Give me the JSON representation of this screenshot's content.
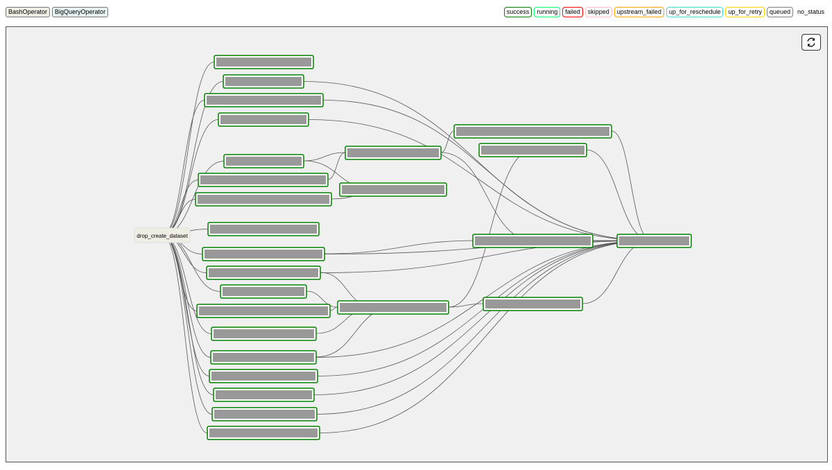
{
  "operator_legend": [
    {
      "label": "BashOperator",
      "color": "#f0ede4"
    },
    {
      "label": "BigQueryOperator",
      "color": "#e6f1f2"
    }
  ],
  "status_legend": [
    {
      "label": "success",
      "color": "#008000"
    },
    {
      "label": "running",
      "color": "#01ff70"
    },
    {
      "label": "failed",
      "color": "#ff0000"
    },
    {
      "label": "skipped",
      "color": "#ffc0cb"
    },
    {
      "label": "upstream_failed",
      "color": "#ffa500"
    },
    {
      "label": "up_for_reschedule",
      "color": "#40e0d0"
    },
    {
      "label": "up_for_retry",
      "color": "#ffd700"
    },
    {
      "label": "queued",
      "color": "#808080"
    },
    {
      "label": "no_status",
      "color": ""
    }
  ],
  "graph": {
    "root_task": {
      "label": "drop_create_dataset",
      "operator": "BashOperator"
    },
    "redacted_task_fill": "#999999",
    "task_border_color": "#008000",
    "edge_color": "#555555"
  },
  "controls": {
    "refresh_icon": "refresh-icon"
  }
}
